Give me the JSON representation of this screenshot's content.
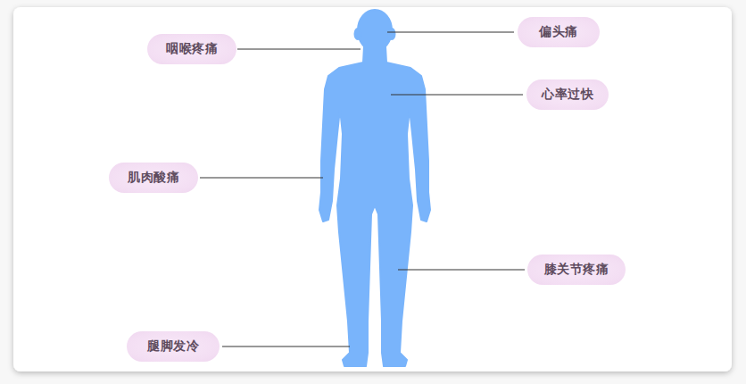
{
  "diagram": {
    "nodes": [
      {
        "text": [
          "偏头痛"
        ]
      },
      {
        "text": [
          "咽喉疼痛"
        ]
      },
      {
        "text": [
          "心率过快"
        ]
      },
      {
        "text": [
          "肌肉酸痛"
        ]
      },
      {
        "text": [
          "膝关节疼痛"
        ]
      },
      {
        "text": [
          "腿脚发冷"
        ]
      }
    ]
  }
}
